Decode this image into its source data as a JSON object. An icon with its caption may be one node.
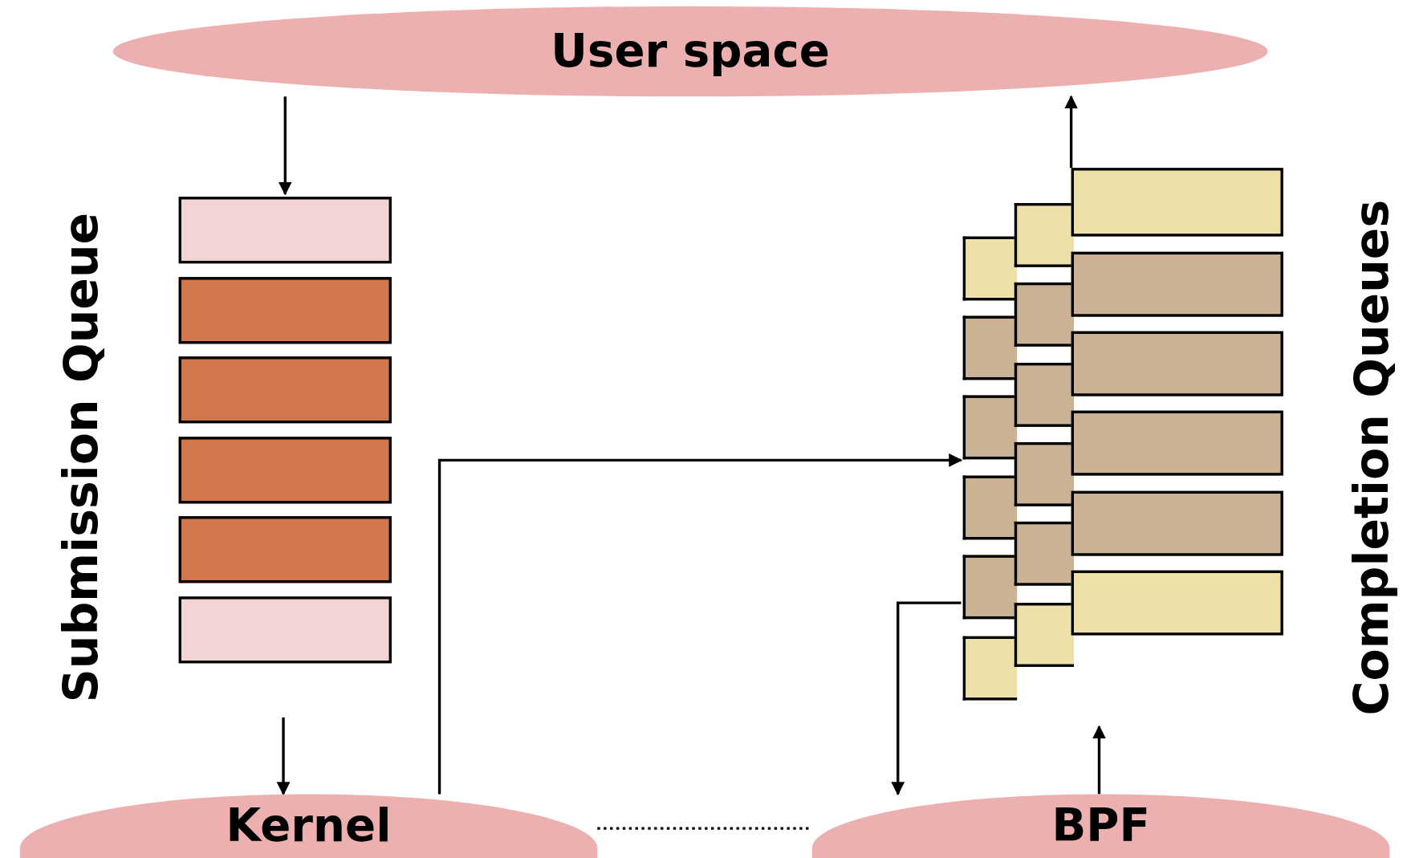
{
  "diagram": {
    "nodes": [
      {
        "text": [
          "User space"
        ]
      },
      {
        "text": [
          "Submission Queue"
        ]
      },
      {
        "text": [],
        "shape": "box",
        "in": 1
      },
      {
        "text": [],
        "shape": "box",
        "in": 1
      },
      {
        "text": [],
        "shape": "box",
        "in": 1
      },
      {
        "text": [],
        "shape": "box",
        "in": 1
      },
      {
        "text": [],
        "shape": "box",
        "in": 1
      },
      {
        "text": [],
        "shape": "box",
        "in": 1
      },
      {
        "text": [
          "Completion Queues"
        ]
      },
      {
        "text": [],
        "shape": "box",
        "in": 8
      },
      {
        "text": [],
        "shape": "box",
        "in": 8
      },
      {
        "text": [],
        "shape": "box",
        "in": 8
      },
      {
        "text": [],
        "shape": "box",
        "in": 8
      },
      {
        "text": [],
        "shape": "box",
        "in": 8
      },
      {
        "text": [],
        "shape": "box",
        "in": 8
      },
      {
        "text": [],
        "shape": "box",
        "in": 8
      },
      {
        "text": [],
        "shape": "box",
        "in": 8
      },
      {
        "text": [],
        "shape": "box",
        "in": 8
      },
      {
        "text": [],
        "shape": "box",
        "in": 8
      },
      {
        "text": [],
        "shape": "box",
        "in": 8
      },
      {
        "text": [],
        "shape": "box",
        "in": 8
      },
      {
        "text": [],
        "shape": "box",
        "in": 8
      },
      {
        "text": [],
        "shape": "box",
        "in": 8
      },
      {
        "text": [],
        "shape": "box",
        "in": 8
      },
      {
        "text": [],
        "shape": "box",
        "in": 8
      },
      {
        "text": [],
        "shape": "box",
        "in": 8
      },
      {
        "text": [],
        "shape": "box",
        "in": 8
      },
      {
        "text": [
          "Kernel"
        ]
      },
      {
        "text": [
          "BPF"
        ]
      }
    ],
    "edges": [
      {
        "from": 0,
        "to": 1,
        "arrow": "to"
      },
      {
        "from": 1,
        "to": 27,
        "arrow": "to"
      },
      {
        "from": 27,
        "to": 8,
        "arrow": "to"
      },
      {
        "from": 21,
        "to": 0,
        "arrow": "to"
      },
      {
        "from": 8,
        "to": 28,
        "arrow": "to"
      },
      {
        "from": 28,
        "to": 8,
        "arrow": "to"
      },
      {
        "from": 27,
        "to": 28,
        "arrow": "none",
        "style": "dashed"
      }
    ]
  }
}
